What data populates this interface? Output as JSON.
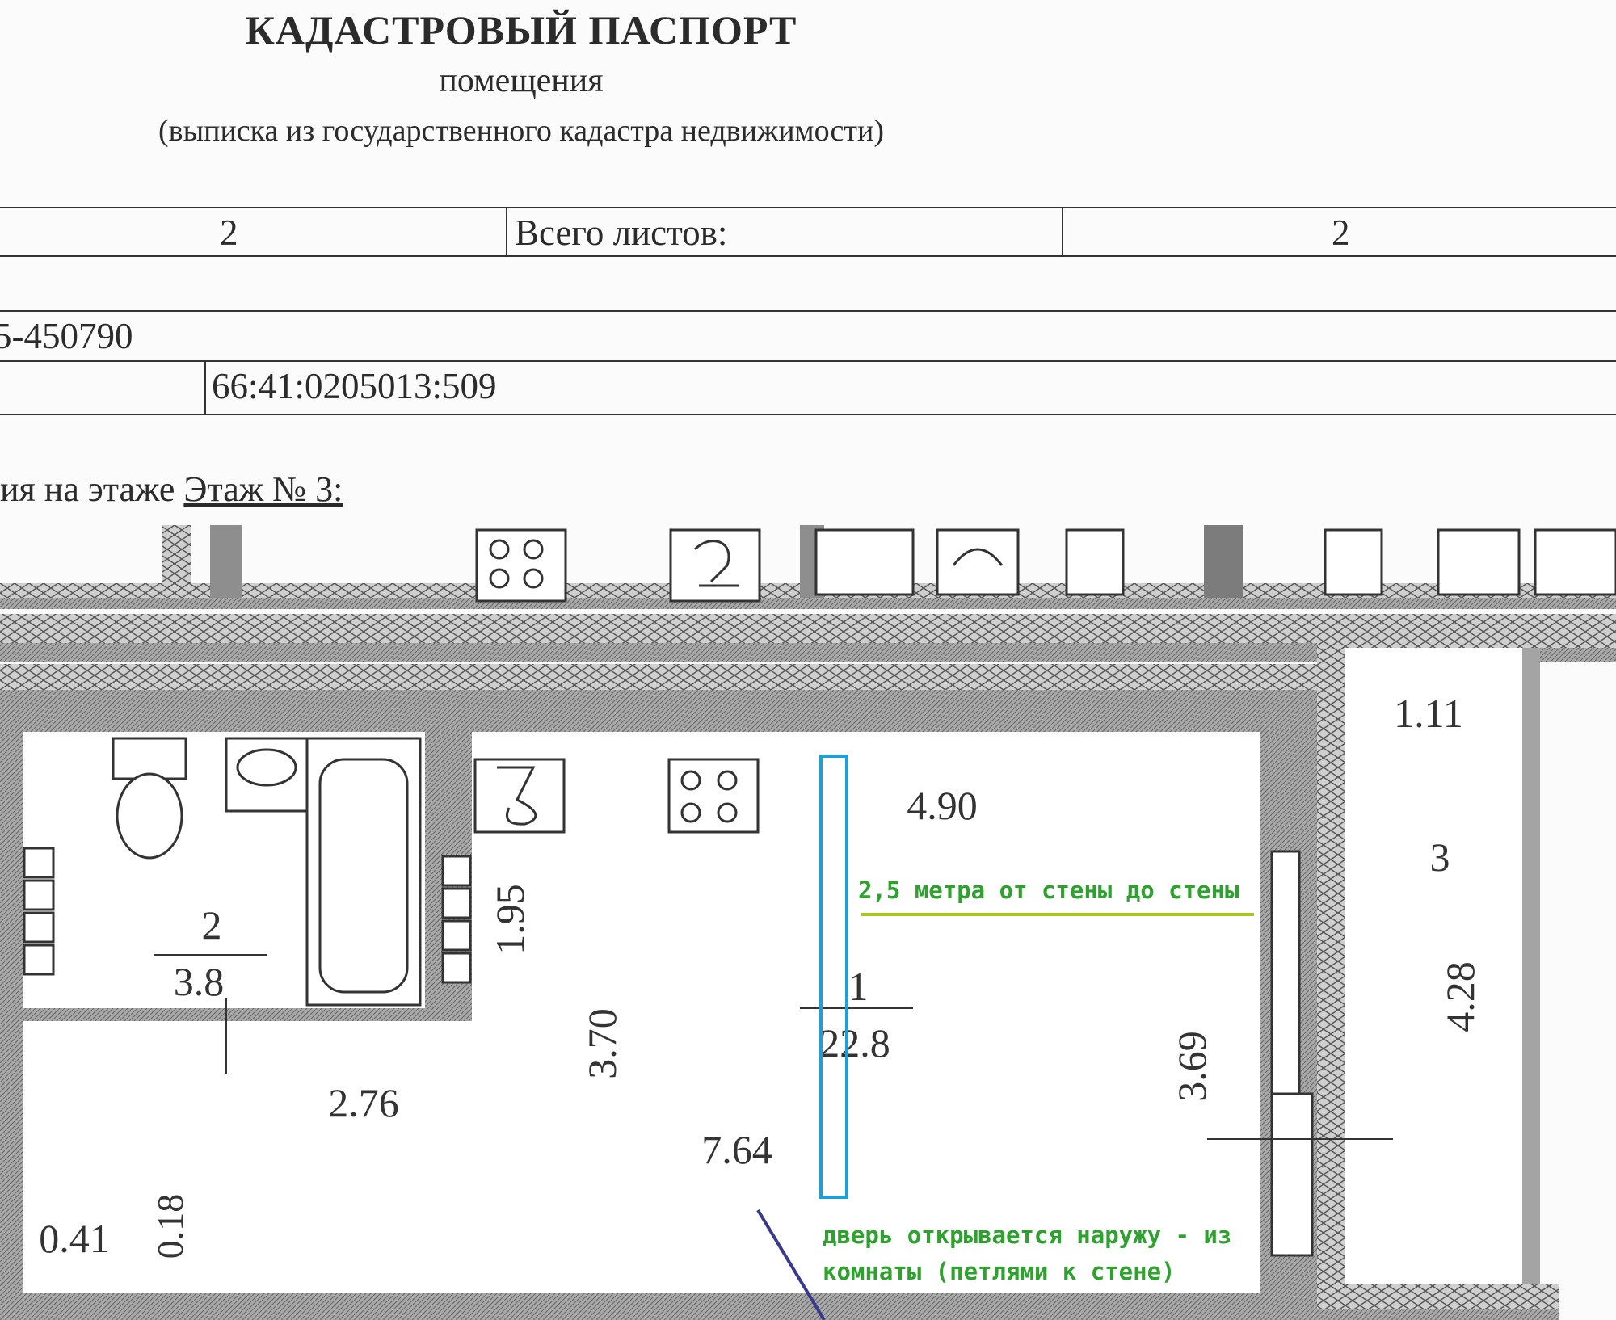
{
  "header": {
    "title": "КАДАСТРОВЫЙ ПАСПОРТ",
    "subtitle": "помещения",
    "subtitle2": "(выписка из государственного кадастра недвижимости)"
  },
  "table": {
    "sheet_number": "2",
    "total_sheets_label": "Всего листов:",
    "total_sheets_value": "2",
    "record_number": "5-450790",
    "cadastral_number": "66:41:0205013:509"
  },
  "floor": {
    "prefix": "ия на этаже ",
    "label": "Этаж № 3:"
  },
  "plan": {
    "rooms": [
      {
        "number": "1",
        "area": "22.8"
      },
      {
        "number": "2",
        "area": "3.8"
      },
      {
        "number": "3",
        "area": ""
      }
    ],
    "dimensions": {
      "d490": "4.90",
      "d111": "1.11",
      "d195": "1.95",
      "d370": "3.70",
      "d369": "3.69",
      "d428": "4.28",
      "d276": "2.76",
      "d764": "7.64",
      "d041": "0.41",
      "d018": "0.18"
    },
    "annotations": {
      "width_note": "2,5 метра от стены до стены",
      "door_note_line1": "дверь открывается наружу - из",
      "door_note_line2": "комнаты (петлями к стене)"
    },
    "colors": {
      "wall": "#9a9a9a",
      "annotation_text": "#2fa12f",
      "underline": "#a8c81e",
      "highlight_box": "#1f9fd6",
      "door_pointer": "#3a3a8c"
    }
  }
}
